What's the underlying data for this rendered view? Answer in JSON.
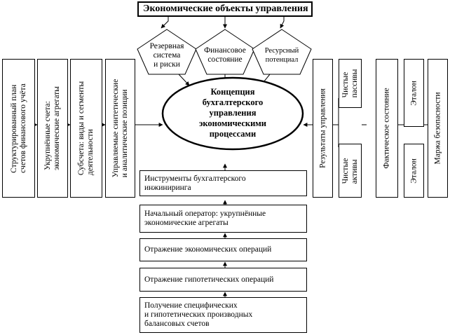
{
  "title": "Экономические объекты управления",
  "pentagons": [
    {
      "label": "Резервная\nсистема\nи риски"
    },
    {
      "label": "Финансовое\nсостояние"
    },
    {
      "label": "Ресурсный\nпотенциал"
    }
  ],
  "center": "Концепция\nбухгалтерского\nуправления\nэкономическими\nпроцессами",
  "left_columns": [
    {
      "label": "Структурированный план\nсчетов финансового учёта"
    },
    {
      "label": "Укрупнённые счета:\nэкономические агрегаты"
    },
    {
      "label": "Субсчета: виды и сегменты\nдеятельности"
    },
    {
      "label": "Управляемые синтетические\nи аналитические позиции"
    }
  ],
  "right_columns": {
    "results": "Результаты управления",
    "net_liabilities": "Чистые\nпассивы",
    "net_assets": "Чистые\nактивы",
    "actual_state": "Фактическое состояние",
    "etalon_top": "Эталон",
    "etalon_bottom": "Эталон",
    "safety_margin": "Маржа безопасности"
  },
  "bottom_boxes": [
    {
      "label": "Инструменты бухгалтерского\nинжиниринга"
    },
    {
      "label": "Начальный оператор: укрупнённые\nэкономические агрегаты"
    },
    {
      "label": "Отражение экономических операций"
    },
    {
      "label": "Отражение гипотетических операций"
    },
    {
      "label": "Получение специфических\nи гипотетических производных\nбалансовых счетов"
    }
  ]
}
